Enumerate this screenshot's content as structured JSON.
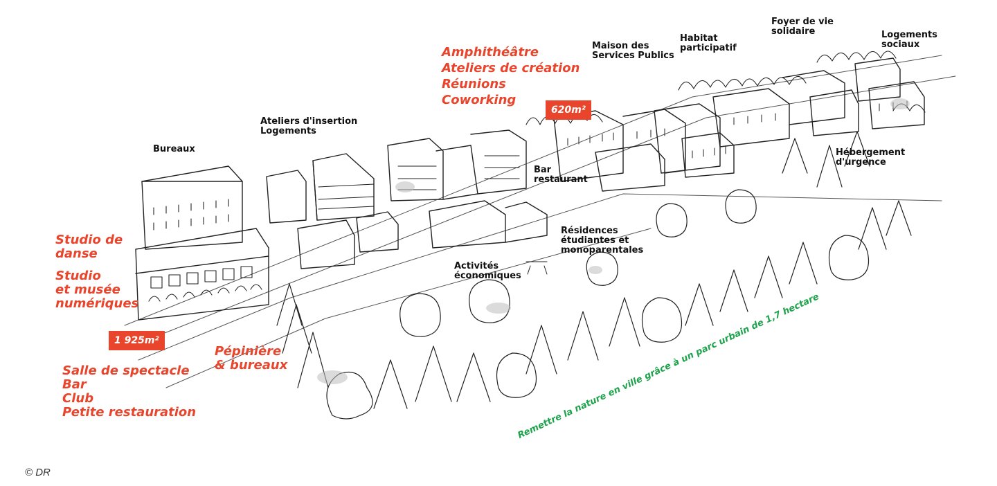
{
  "labels": {
    "bureaux": "Bureaux",
    "ateliers": "Ateliers d'insertion\nLogements",
    "maison": "Maison des\nServices Publics",
    "habitat": "Habitat\nparticipatif",
    "foyer": "Foyer de vie\nsolidaire",
    "logements_sociaux": "Logements\nsociaux",
    "hebergement": "Hébergement\nd'urgence",
    "bar_restaurant": "Bar\nrestaurant",
    "residences": "Résidences\nétudiantes et\nmonoparentales",
    "activites": "Activités\néconomiques"
  },
  "highlights": {
    "amphi": "Amphithéâtre\nAteliers de création\nRéunions\nCoworking",
    "studio_danse": "Studio de\ndanse",
    "studio_musee": "Studio\net musée\nnumériques",
    "salle": "Salle de spectacle\nBar\nClub\nPetite restauration",
    "pepiniere": "Pépinière\n& bureaux"
  },
  "badges": {
    "area_small": "620m²",
    "area_large": "1 925m²"
  },
  "park_caption": "Remettre la nature en ville grâce à un parc urbain de 1,7 hectare",
  "credit": "© DR",
  "colors": {
    "highlight": "#e8452c",
    "park_text": "#1ea34c",
    "ink": "#222222"
  }
}
